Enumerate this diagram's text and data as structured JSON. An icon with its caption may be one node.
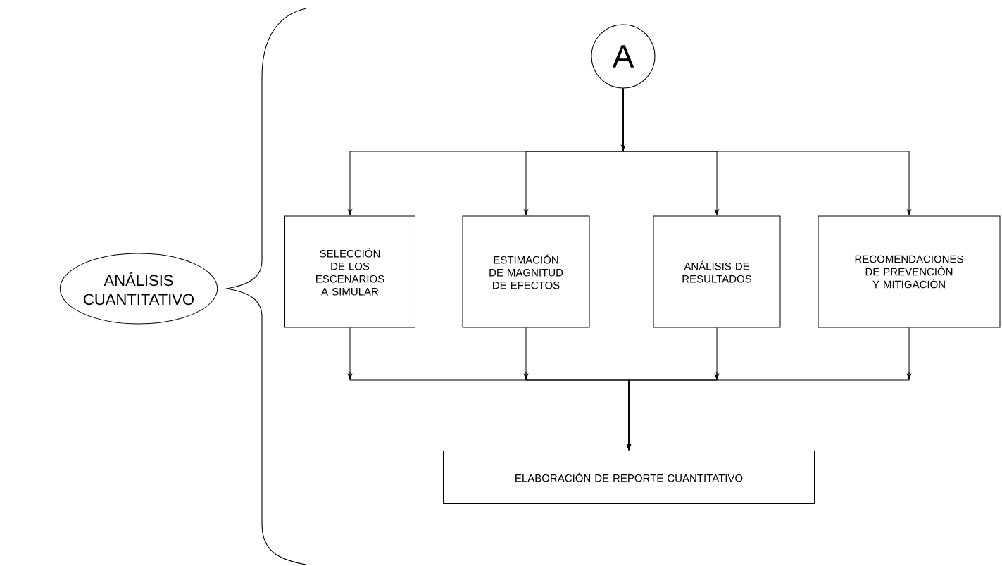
{
  "diagram": {
    "nodes": [
      {
        "text": [
          "ANÁLISIS CUANTITATIVO"
        ]
      },
      {
        "text": [
          "A"
        ]
      },
      {
        "text": [
          "SELECCIÓN DE LOS ESCENARIOS A SIMULAR"
        ]
      },
      {
        "text": [
          "ESTIMACIÓN DE MAGNITUD DE EFECTOS"
        ]
      },
      {
        "text": [
          "ANÁLISIS DE RESULTADOS"
        ]
      },
      {
        "text": [
          "RECOMENDACIONES DE PREVENCIÓN Y MITIGACIÓN"
        ]
      },
      {
        "text": [
          "ELABORACIÓN DE REPORTE CUANTITATIVO"
        ]
      }
    ],
    "edges": [
      {
        "from": 1,
        "to": 2,
        "arrow": "to"
      },
      {
        "from": 1,
        "to": 3,
        "arrow": "to"
      },
      {
        "from": 1,
        "to": 4,
        "arrow": "to"
      },
      {
        "from": 1,
        "to": 5,
        "arrow": "to"
      },
      {
        "from": 2,
        "to": 6,
        "arrow": "to"
      },
      {
        "from": 3,
        "to": 6,
        "arrow": "to"
      },
      {
        "from": 4,
        "to": 6,
        "arrow": "to"
      },
      {
        "from": 5,
        "to": 6,
        "arrow": "to"
      }
    ]
  }
}
